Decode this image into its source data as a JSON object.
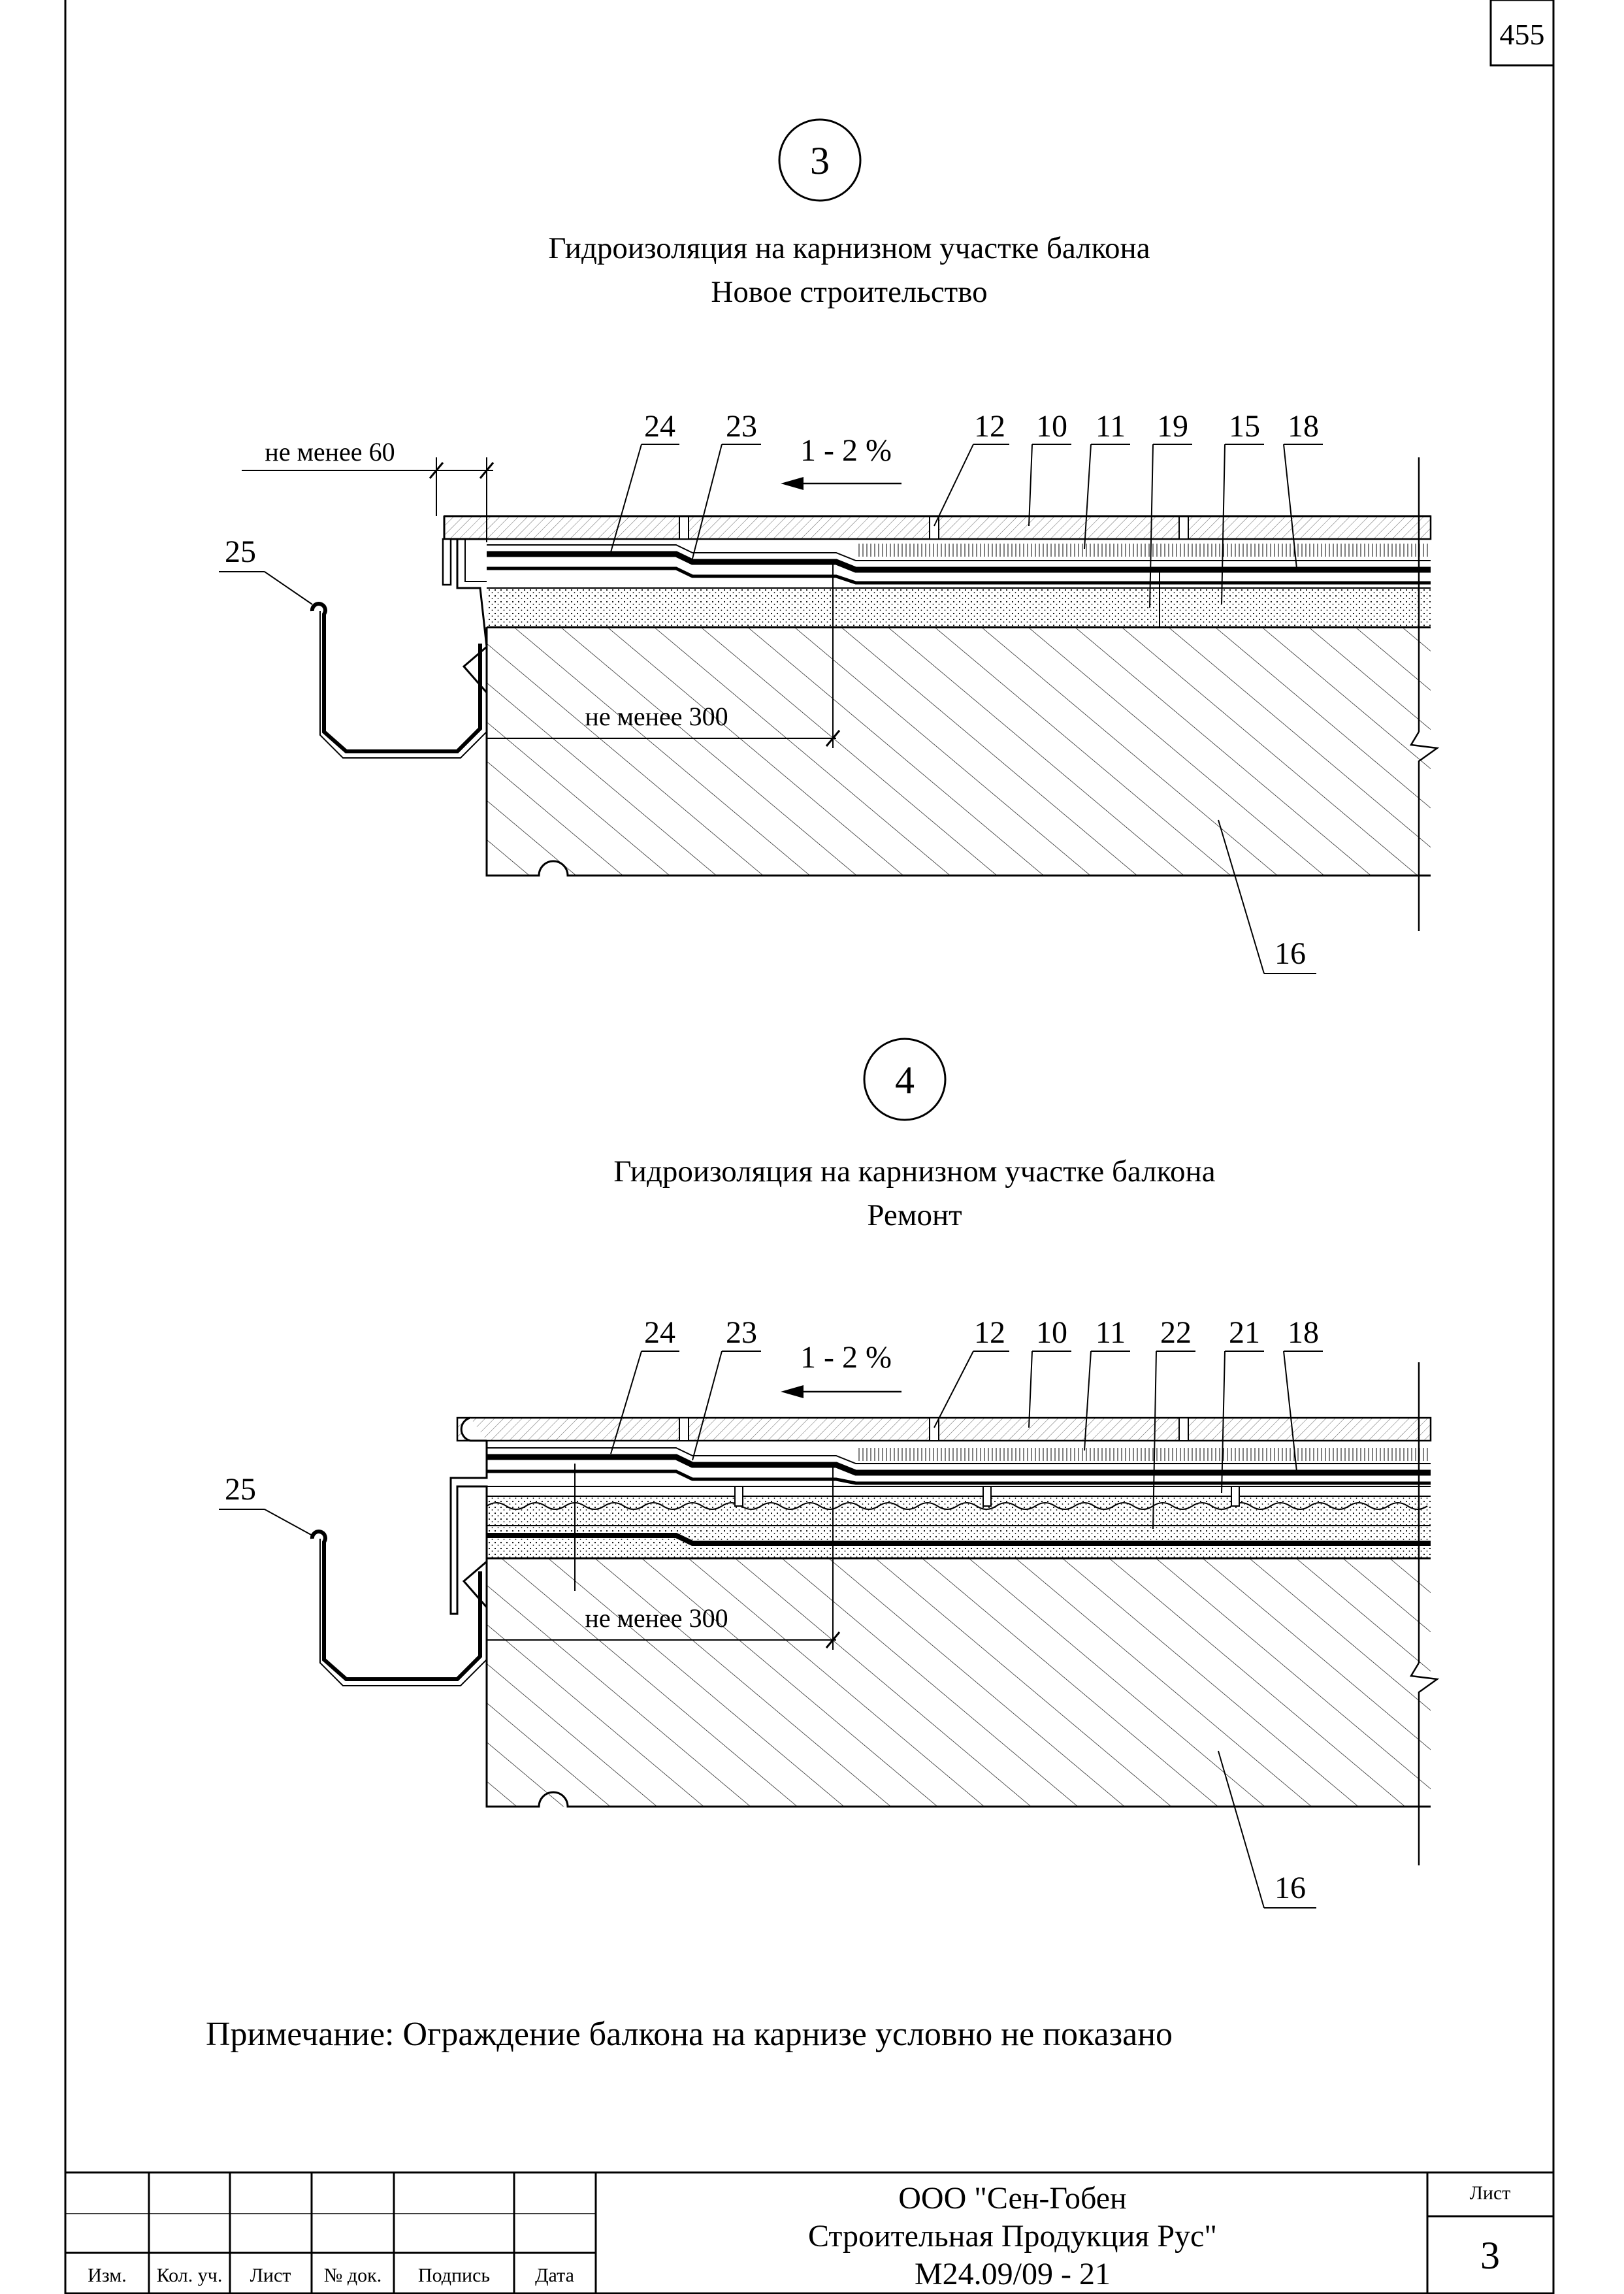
{
  "page_number": "455",
  "detail_3": {
    "number": "3",
    "title_line1": "Гидроизоляция на карнизном участке балкона",
    "title_line2": "Новое строительство",
    "dim_top": "не менее 60",
    "dim_overlap": "не менее 300",
    "slope": "1 - 2 %",
    "callouts": [
      "24",
      "23",
      "12",
      "10",
      "11",
      "19",
      "15",
      "18",
      "25",
      "16"
    ]
  },
  "detail_4": {
    "number": "4",
    "title_line1": "Гидроизоляция на карнизном участке балкона",
    "title_line2": "Ремонт",
    "dim_overlap": "не менее 300",
    "slope": "1 - 2 %",
    "callouts": [
      "24",
      "23",
      "12",
      "10",
      "11",
      "22",
      "21",
      "18",
      "25",
      "16"
    ]
  },
  "note": "Примечание: Ограждение балкона на карнизе условно не показано",
  "stamp": {
    "columns": [
      "Изм.",
      "Кол. уч.",
      "Лист",
      "№ док.",
      "Подпись",
      "Дата"
    ],
    "company_line1": "ООО \"Сен-Гобен",
    "company_line2": "Строительная Продукция Рус\"",
    "doc_code": "М24.09/09 - 21",
    "sheet_label": "Лист",
    "sheet_number": "3"
  }
}
